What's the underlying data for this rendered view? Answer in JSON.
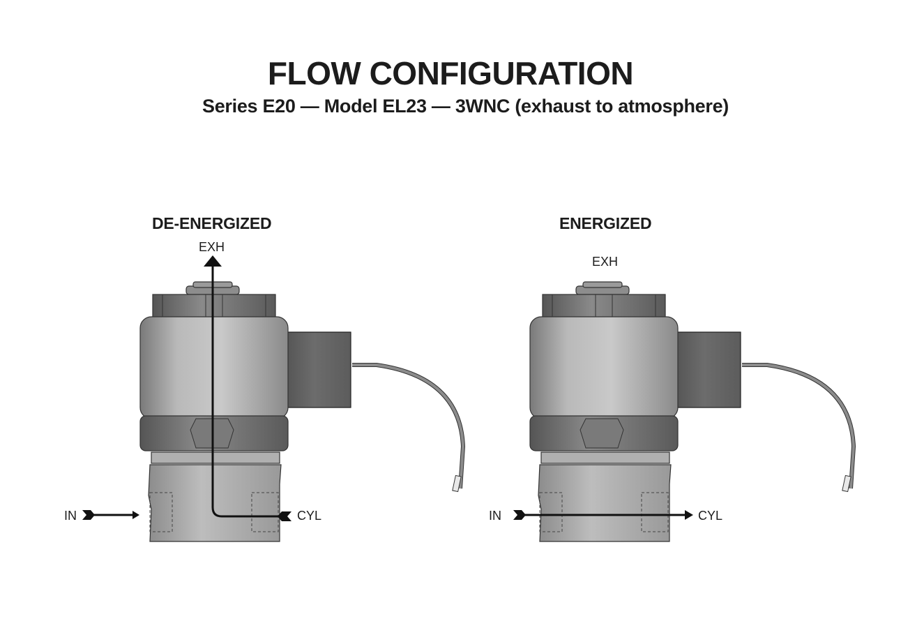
{
  "header": {
    "title": "FLOW CONFIGURATION",
    "subtitle": "Series E20 — Model EL23 — 3WNC (exhaust to atmosphere)"
  },
  "panels": [
    {
      "state": "DE-ENERGIZED",
      "ports": {
        "exhaust": "EXH",
        "inlet": "IN",
        "cylinder": "CYL"
      },
      "flow_path": "CYL to EXH"
    },
    {
      "state": "ENERGIZED",
      "ports": {
        "exhaust": "EXH",
        "inlet": "IN",
        "cylinder": "CYL"
      },
      "flow_path": "IN to CYL"
    }
  ],
  "colors": {
    "body_gray": "#a8a8a8",
    "dark_gray": "#6e6e6e",
    "flow_line": "#111111"
  }
}
